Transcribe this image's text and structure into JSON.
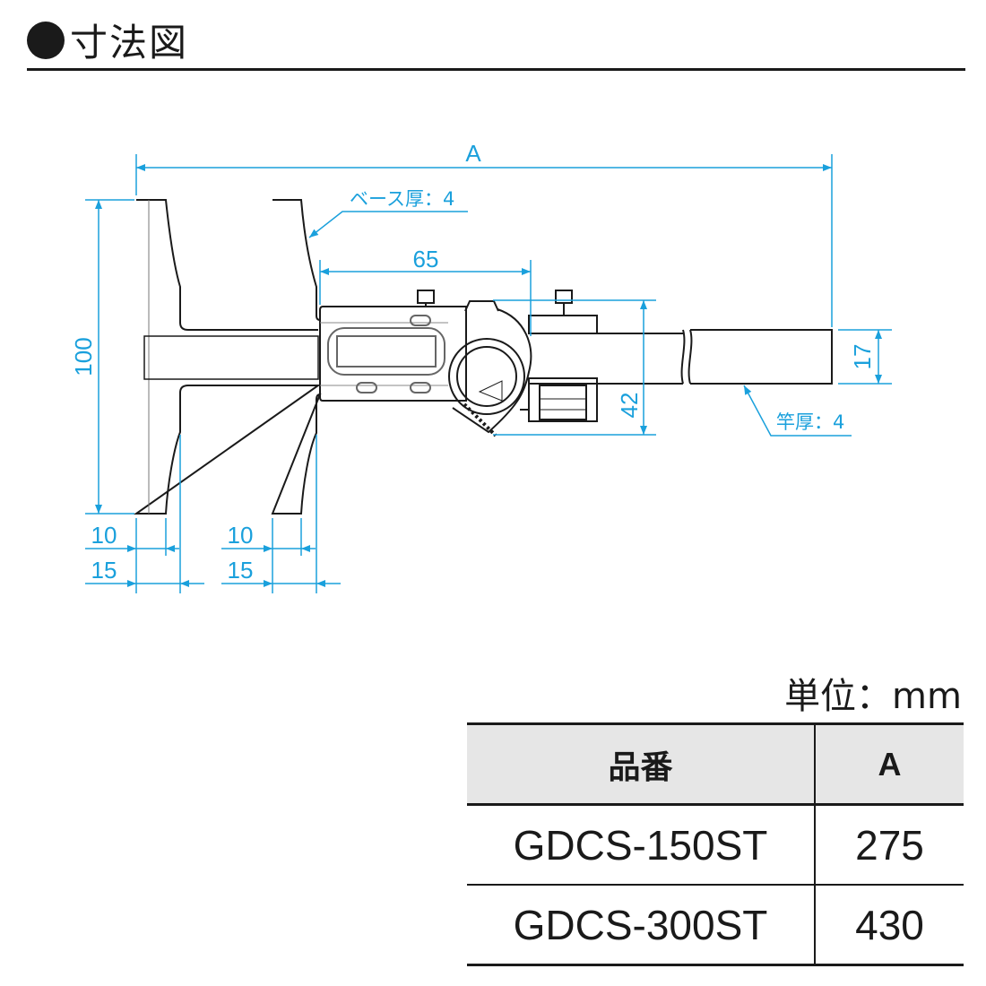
{
  "header": {
    "title": "寸法図"
  },
  "drawing": {
    "dimensions": {
      "overall_length": "A",
      "base_height": "100",
      "slider_length": "65",
      "slider_height": "42",
      "beam_height": "17",
      "left_base_10": "10",
      "left_base_15": "15",
      "right_base_10": "10",
      "right_base_15": "15"
    },
    "notes": {
      "base_thickness": "ベース厚：4",
      "beam_thickness": "竿厚：4"
    },
    "colors": {
      "dimension": "#1aa0dc",
      "outline": "#1a1a1a"
    }
  },
  "table": {
    "unit": "単位：mm",
    "headers": [
      "品番",
      "A"
    ],
    "rows": [
      {
        "model": "GDCS-150ST",
        "a": "275"
      },
      {
        "model": "GDCS-300ST",
        "a": "430"
      }
    ]
  }
}
